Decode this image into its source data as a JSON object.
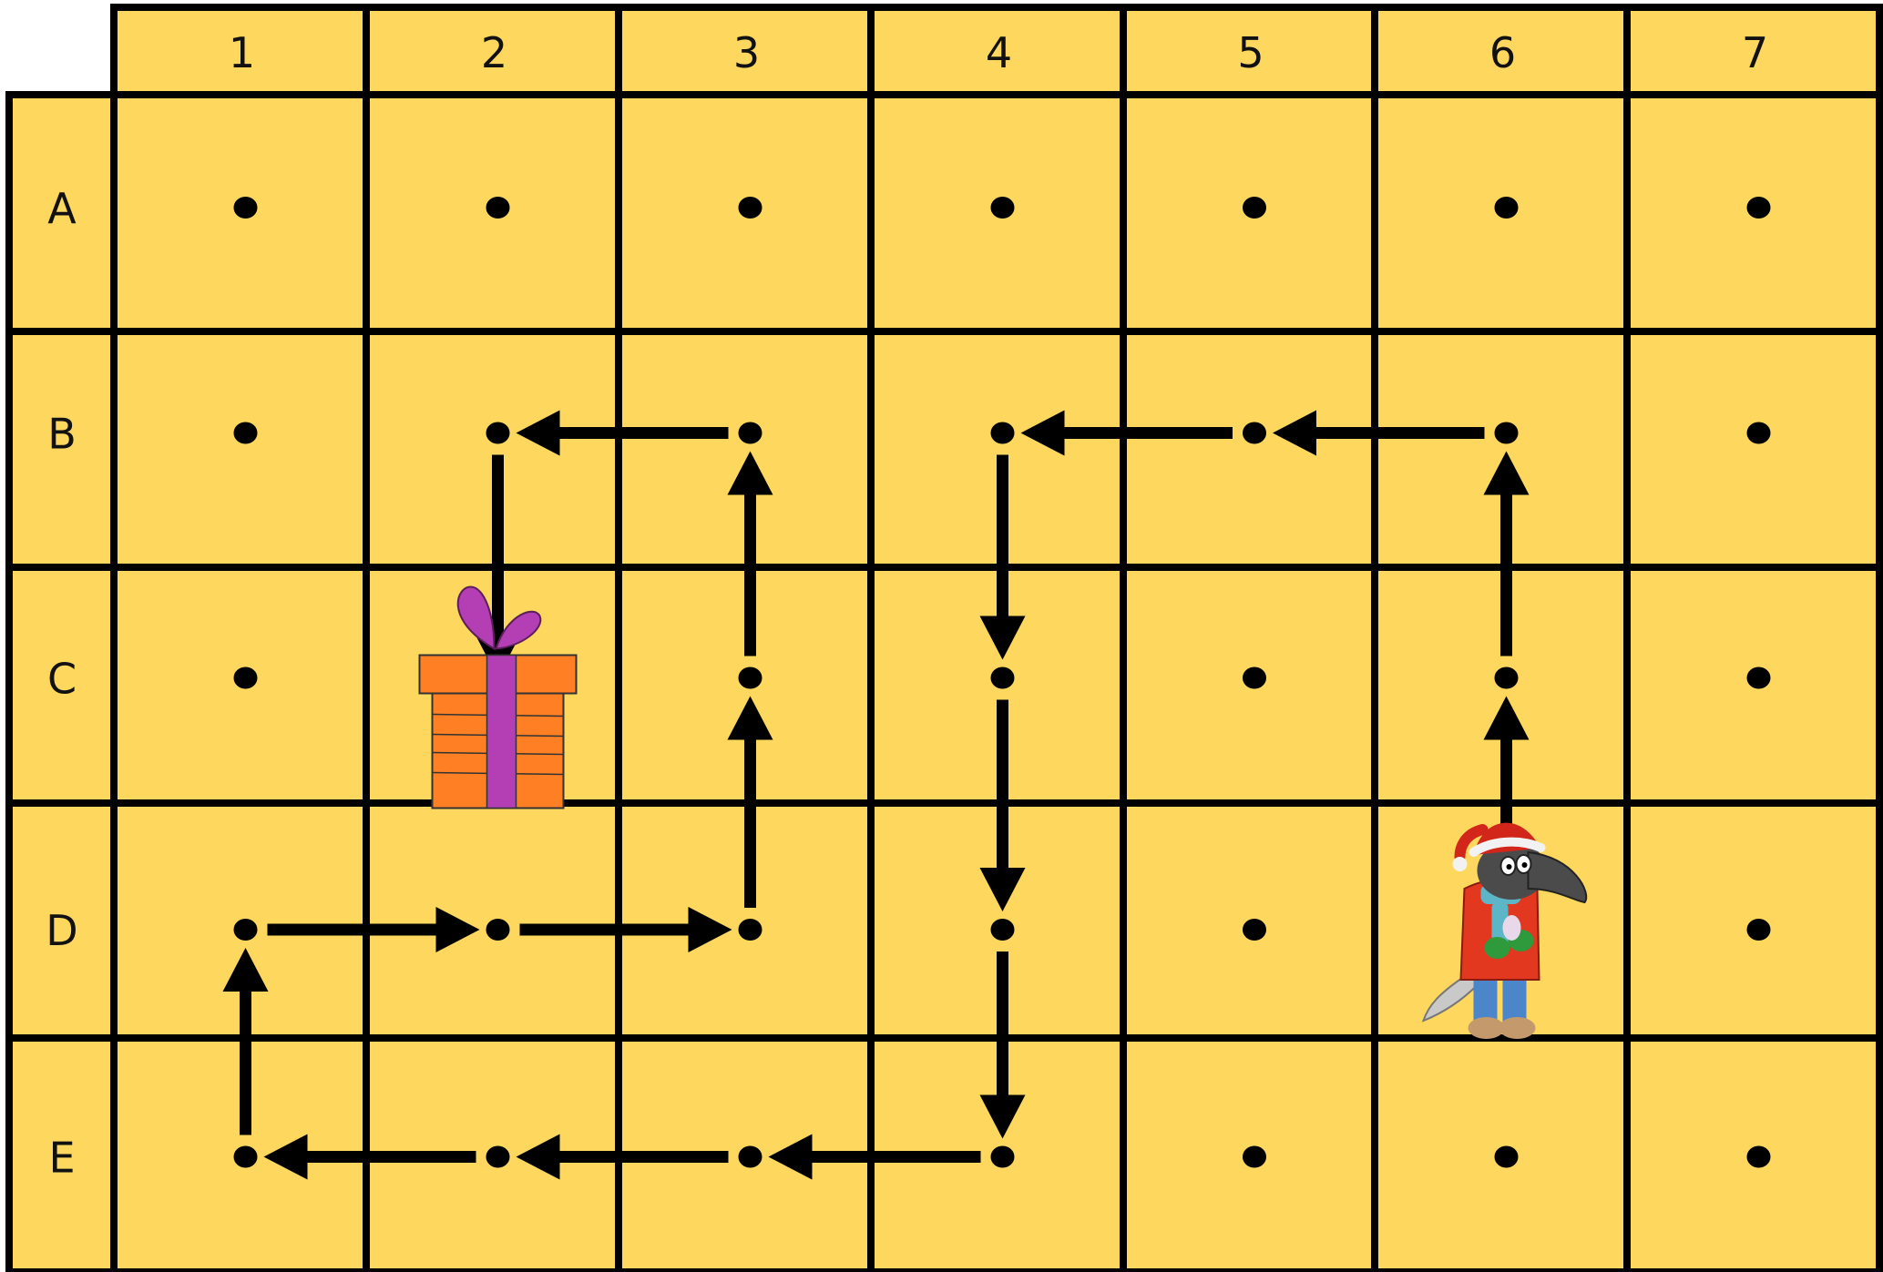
{
  "columns": [
    "1",
    "2",
    "3",
    "4",
    "5",
    "6",
    "7"
  ],
  "rows": [
    "A",
    "B",
    "C",
    "D",
    "E"
  ],
  "colors": {
    "cell": "#FDD75E",
    "grid": "#000000",
    "arrow": "#000000",
    "gift_box": "#FF7F24",
    "gift_ribbon": "#B43FB5"
  },
  "character": {
    "name": "anteater-in-santa-hat",
    "cell": "D6"
  },
  "gift": {
    "cell": "C2"
  },
  "path": [
    [
      "D6",
      "C6"
    ],
    [
      "C6",
      "B6"
    ],
    [
      "B6",
      "B5"
    ],
    [
      "B5",
      "B4"
    ],
    [
      "B4",
      "C4"
    ],
    [
      "C4",
      "D4"
    ],
    [
      "D4",
      "E4"
    ],
    [
      "E4",
      "E3"
    ],
    [
      "E3",
      "E2"
    ],
    [
      "E2",
      "E1"
    ],
    [
      "E1",
      "D1"
    ],
    [
      "D1",
      "D2"
    ],
    [
      "D2",
      "D3"
    ],
    [
      "D3",
      "C3"
    ],
    [
      "C3",
      "B3"
    ],
    [
      "B3",
      "B2"
    ],
    [
      "B2",
      "C2"
    ]
  ]
}
